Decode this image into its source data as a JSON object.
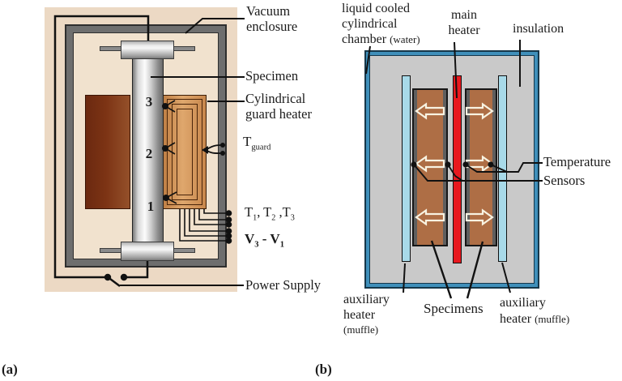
{
  "panel_a": {
    "tag": "(a)",
    "marks": [
      "3",
      "2",
      "1"
    ],
    "labels": {
      "vacuum_enclosure": [
        "Vacuum",
        "enclosure"
      ],
      "specimen": "Specimen",
      "guard_heater": [
        "Cylindrical",
        "guard heater"
      ],
      "t_guard_base": "T",
      "t_guard_sub": "guard",
      "temp_sensors_parts": [
        [
          "T",
          "1"
        ],
        [
          ", T",
          "2"
        ],
        [
          " ,T",
          "3"
        ]
      ],
      "voltage_parts": [
        [
          "V",
          "3"
        ],
        [
          " - V",
          "1"
        ]
      ],
      "power_supply": "Power Supply"
    },
    "colors": {
      "enclosure_fill": "#ecd9c4",
      "inner_fill": "#f1e2ce",
      "frame": "#6e6e6e",
      "cold_block": "#7c3314",
      "guard_heater": "#d2975c",
      "specimen_metal": "#d8d8d8"
    }
  },
  "panel_b": {
    "tag": "(b)",
    "labels": {
      "chamber_lines": [
        "liquid cooled",
        "cylindrical"
      ],
      "chamber_line3": "chamber",
      "chamber_line3_paren": "(water)",
      "main_heater": [
        "main",
        "heater"
      ],
      "insulation": "insulation",
      "temperature_sensors": [
        "Temperature",
        "Sensors"
      ],
      "aux_left_lines": [
        "auxiliary",
        "heater"
      ],
      "aux_left_paren": "(muffle)",
      "specimens": "Specimens",
      "aux_right_line1": "auxiliary",
      "aux_right_line2": "heater",
      "aux_right_paren": "(muffle)"
    },
    "colors": {
      "chamber_water": "#3f8fba",
      "chamber_outline": "#16374a",
      "insulation": "#c9c9c9",
      "aux_heater": "#a8dae9",
      "main_heater": "#e8191f",
      "specimen": "#ae6e45",
      "arrow_stroke": "#f8f3e2"
    }
  }
}
